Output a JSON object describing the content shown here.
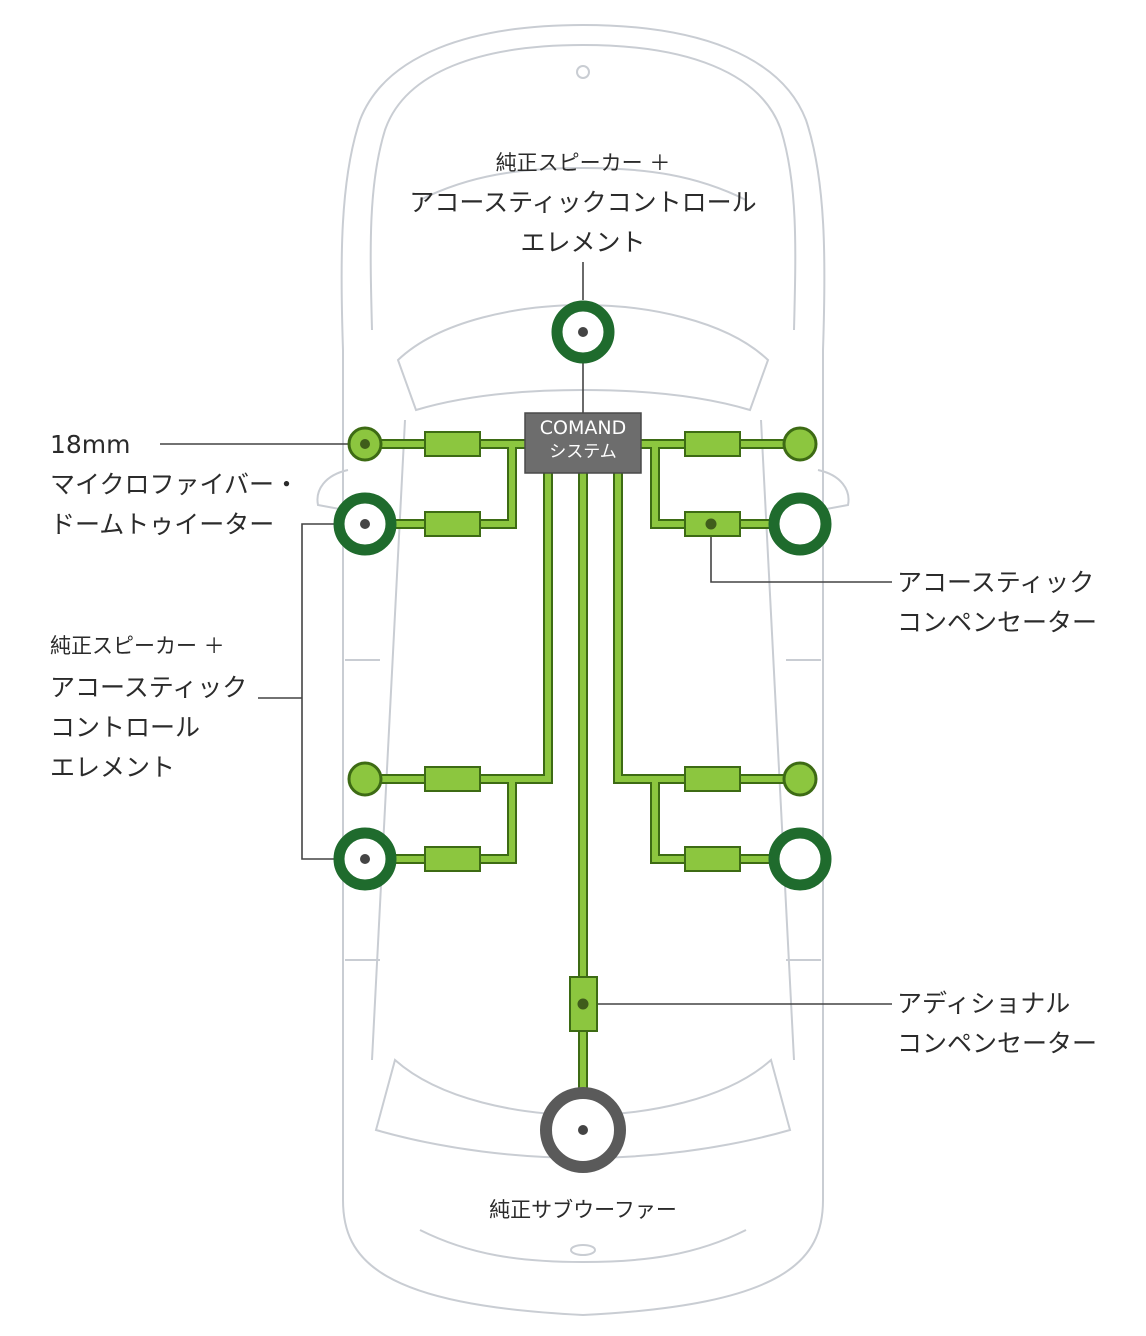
{
  "labels": {
    "top": {
      "line1": "純正スピーカー ＋",
      "line2": "アコースティックコントロール",
      "line3": "エレメント"
    },
    "tweeter": {
      "line1": "18mm",
      "line2": "マイクロファイバー・",
      "line3": "ドームトゥイーター"
    },
    "left_speaker": {
      "line1": "純正スピーカー ＋",
      "line2": "アコースティック",
      "line3": "コントロール",
      "line4": "エレメント"
    },
    "acoustic_compensator": {
      "line1": "アコースティック",
      "line2": "コンペンセーター"
    },
    "additional_compensator": {
      "line1": "アディショナル",
      "line2": "コンペンセーター"
    },
    "subwoofer": "純正サブウーファー"
  },
  "comand": {
    "line1": "COMAND",
    "line2": "システム"
  },
  "colors": {
    "dark_green": "#1f6b2d",
    "light_green": "#8cc63f",
    "wire_outline": "#3d6b14",
    "comand_box": "#6d6d6d",
    "subwoofer_ring": "#5a5a5a",
    "car_outline": "#c9cdd3",
    "leader_line": "#444444"
  }
}
